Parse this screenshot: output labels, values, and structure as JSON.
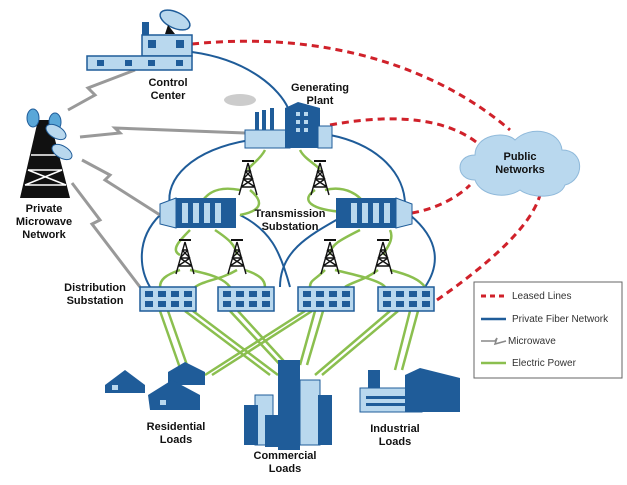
{
  "nodes": {
    "control_center": [
      "Control",
      "Center"
    ],
    "generating_plant": [
      "Generating",
      "Plant"
    ],
    "microwave": [
      "Private",
      "Microwave",
      "Network"
    ],
    "public_networks": [
      "Public",
      "Networks"
    ],
    "transmission": [
      "Transmission",
      "Substation"
    ],
    "distribution": [
      "Distribution",
      "Substation"
    ],
    "residential": [
      "Residential",
      "Loads"
    ],
    "commercial": [
      "Commercial",
      "Loads"
    ],
    "industrial": [
      "Industrial",
      "Loads"
    ]
  },
  "legend": [
    {
      "label": "Leased Lines",
      "color": "#d0212a",
      "style": "dashed"
    },
    {
      "label": "Private Fiber Network",
      "color": "#1f5c99",
      "style": "solid"
    },
    {
      "label": "Microwave",
      "color": "#888888",
      "style": "zigzag"
    },
    {
      "label": "Electric Power",
      "color": "#8bbf4f",
      "style": "solid"
    }
  ],
  "colors": {
    "building_fill": "#b9d8ee",
    "building_dark": "#1f5c99"
  }
}
